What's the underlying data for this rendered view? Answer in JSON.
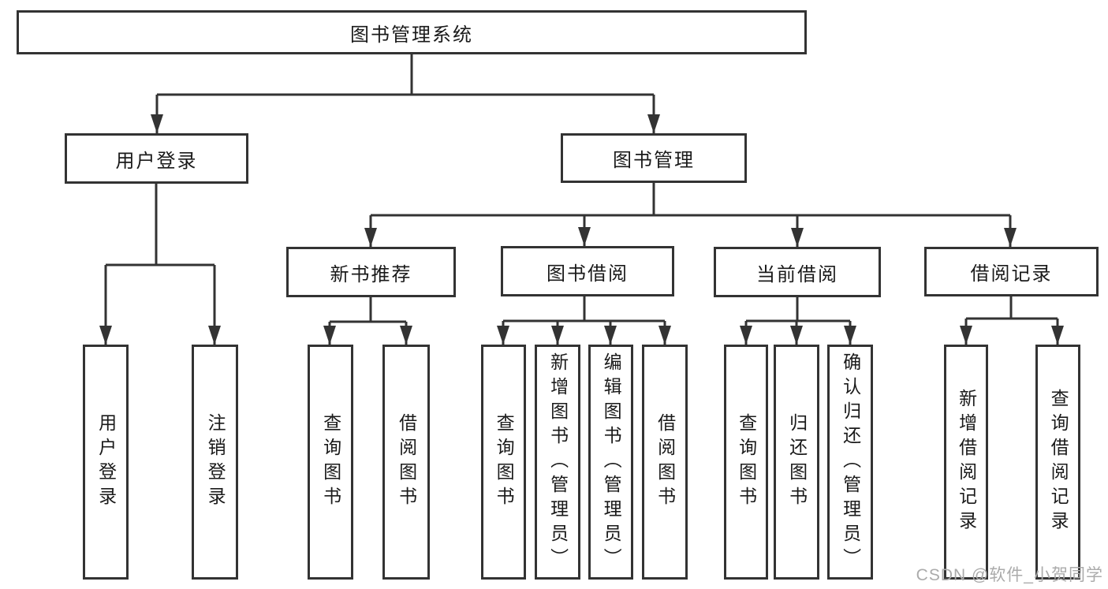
{
  "colors": {
    "line": "#333333",
    "border": "#333333",
    "text": "#1a1a1a",
    "background": "#ffffff",
    "watermark": "#ababab"
  },
  "tree": {
    "root": "图书管理系统",
    "children": [
      {
        "label": "用户登录",
        "children": [
          "用户登录",
          "注销登录"
        ]
      },
      {
        "label": "图书管理",
        "children": [
          {
            "label": "新书推荐",
            "children": [
              "查询图书",
              "借阅图书"
            ]
          },
          {
            "label": "图书借阅",
            "children": [
              "查询图书",
              "新增图书（管理员）",
              "编辑图书（管理员）",
              "借阅图书"
            ]
          },
          {
            "label": "当前借阅",
            "children": [
              "查询图书",
              "归还图书",
              "确认归还（管理员）"
            ]
          },
          {
            "label": "借阅记录",
            "children": [
              "新增借阅记录",
              "查询借阅记录"
            ]
          }
        ]
      }
    ]
  },
  "watermark": {
    "text": "CSDN @软件_小贺同学"
  }
}
